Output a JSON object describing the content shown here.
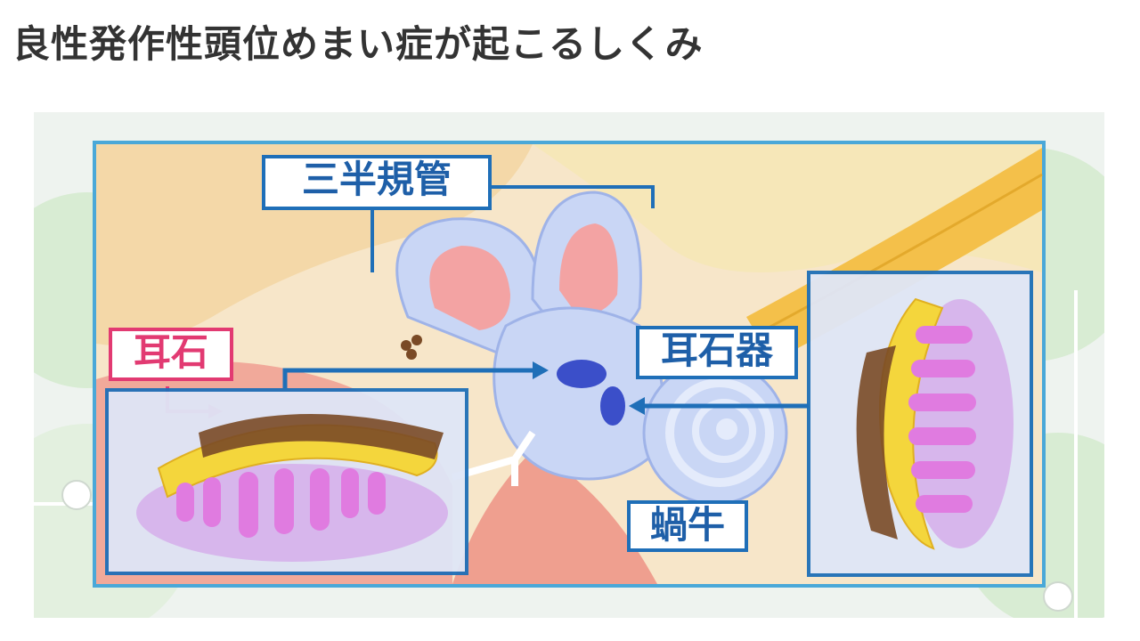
{
  "page": {
    "title": "良性発作性頭位めまい症が起こるしくみ"
  },
  "diagram": {
    "labels": {
      "semicircular_canals": "三半規管",
      "otolith": "耳石",
      "otolith_organ": "耳石器",
      "cochlea": "蝸牛"
    },
    "colors": {
      "frame": "#4aa8d8",
      "label_blue": "#1e5fa8",
      "label_red": "#e23a72",
      "canal": "#c9d6f5",
      "macula": "#f2c94c",
      "hair_cells": "#e07be0",
      "otoconia": "#7a4a26"
    }
  }
}
